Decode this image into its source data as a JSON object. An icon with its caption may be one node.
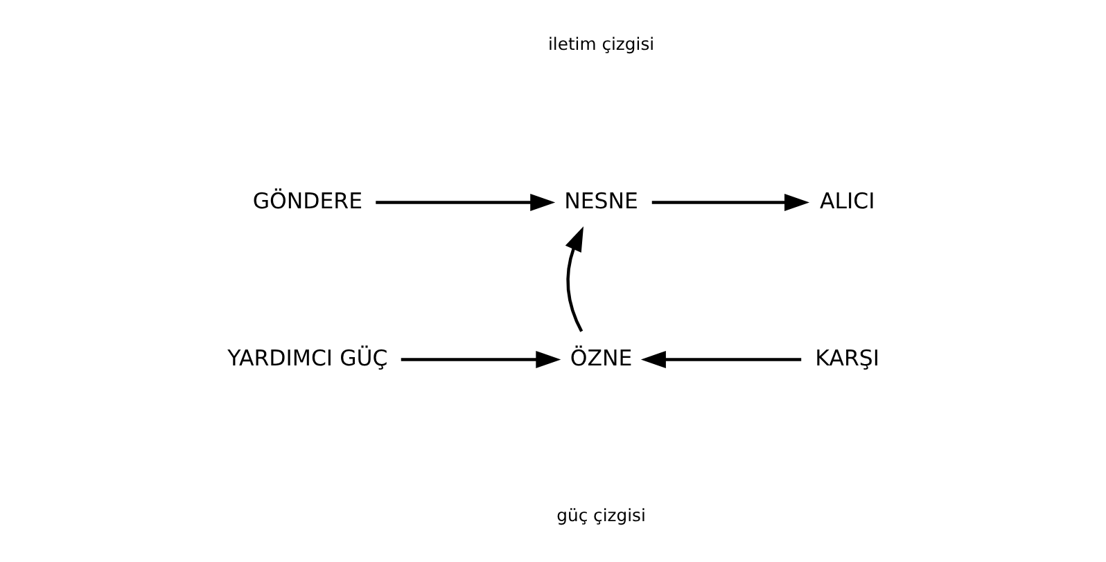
{
  "diagram": {
    "nodes": [
      {
        "text": [
          "GÖNDERE"
        ]
      },
      {
        "text": [
          "NESNE"
        ]
      },
      {
        "text": [
          "ALICI"
        ]
      },
      {
        "text": [
          "YARDIMCI GÜÇ"
        ]
      },
      {
        "text": [
          "ÖZNE"
        ]
      },
      {
        "text": [
          "KARŞI"
        ]
      }
    ],
    "edges": [
      {
        "from": 0,
        "to": 1,
        "arrow": "to"
      },
      {
        "from": 1,
        "to": 2,
        "arrow": "to"
      },
      {
        "from": 4,
        "to": 1,
        "arrow": "to"
      },
      {
        "from": 3,
        "to": 4,
        "arrow": "to"
      },
      {
        "from": 5,
        "to": 4,
        "arrow": "to"
      }
    ],
    "labels": [
      "iletim çizgisi",
      "güç çizgisi"
    ]
  }
}
